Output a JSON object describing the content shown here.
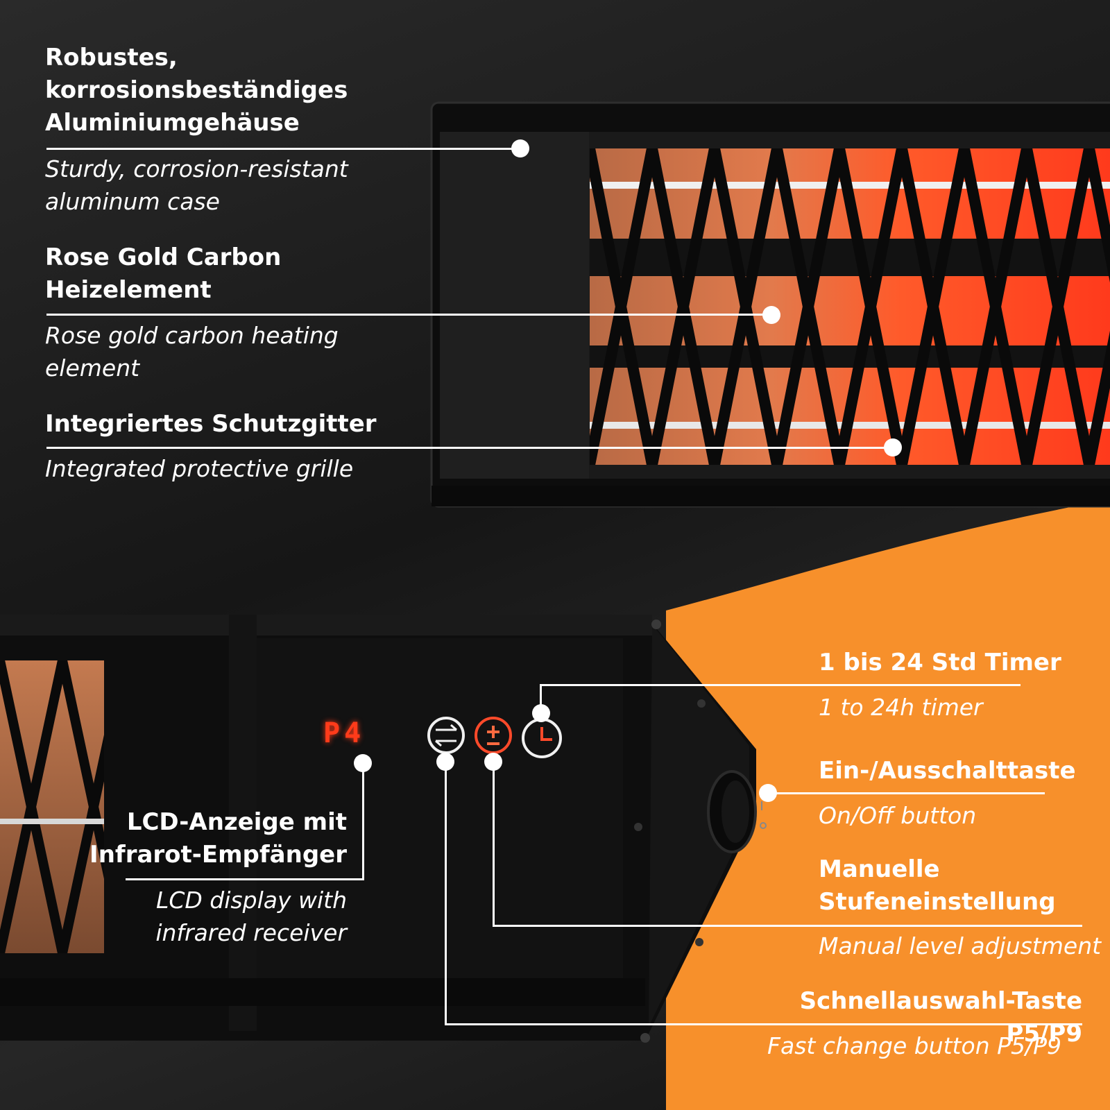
{
  "colors": {
    "accent_orange": "#f7902b",
    "dark_bg": "#1b1b1b",
    "display_red": "#ff3b1a",
    "label_white": "#ffffff"
  },
  "display": {
    "reading": "P4"
  },
  "icons": [
    "swap-arrows-icon",
    "plus-minus-icon",
    "clock-icon",
    "power-switch-icon"
  ],
  "callouts": {
    "housing": {
      "de": "Robustes,\nkorrosionsbeständiges\nAluminiumgehäuse",
      "en": "Sturdy, corrosion-resistant\naluminum case"
    },
    "element": {
      "de": "Rose Gold Carbon\nHeizelement",
      "en": "Rose gold carbon heating\nelement"
    },
    "grille": {
      "de": "Integriertes Schutzgitter",
      "en": "Integrated protective grille"
    },
    "lcd": {
      "de": "LCD-Anzeige mit\nInfrarot-Empfänger",
      "en": "LCD display with\ninfrared receiver"
    },
    "timer": {
      "de": "1 bis 24 Std Timer",
      "en": "1 to 24h timer"
    },
    "power": {
      "de": "Ein-/Ausschalttaste",
      "en": "On/Off button"
    },
    "level": {
      "de": "Manuelle\nStufeneinstellung",
      "en": "Manual level adjustment"
    },
    "fast": {
      "de": "Schnellauswahl-Taste P5/P9",
      "en": "Fast change button P5/P9"
    }
  }
}
